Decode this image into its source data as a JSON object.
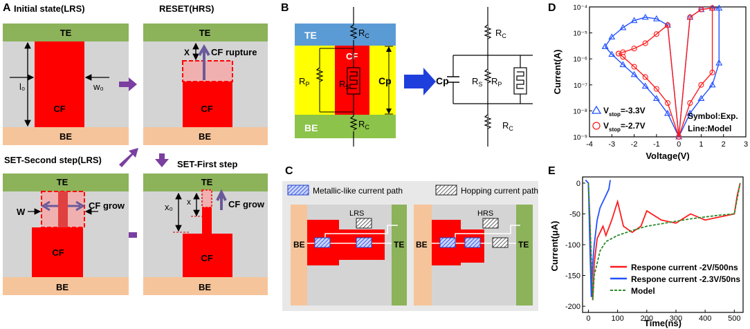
{
  "colors": {
    "te": "#8cb25a",
    "be": "#f6c49a",
    "oxide": "#d4d4d4",
    "cf": "#ff0000",
    "cf_light": "#f0b0b0",
    "arrow": "#7a3fa0",
    "te_b": "#5b9bd5",
    "be_b": "#8cc34a",
    "yellow": "#ffff00",
    "blue_arrow": "#1f3fdc",
    "plot_red": "#ff1a1a",
    "plot_blue": "#2050ff",
    "model_green": "#2a8a2a"
  },
  "panel_a": {
    "letter": "A",
    "s1": {
      "title": "Initial state(LRS)",
      "te": "TE",
      "be": "BE",
      "cf": "CF",
      "l0": "l₀",
      "w0": "w₀"
    },
    "s2": {
      "title": "RESET(HRS)",
      "te": "TE",
      "be": "BE",
      "cf": "CF",
      "x": "X",
      "rupture": "CF rupture"
    },
    "s3": {
      "title": "SET-First step",
      "te": "TE",
      "be": "BE",
      "cf": "CF",
      "x0": "x₀",
      "x": "x",
      "grow": "CF grow"
    },
    "s4": {
      "title": "SET-Second step(LRS)",
      "te": "TE",
      "be": "BE",
      "cf": "CF",
      "w": "W",
      "grow": "CF grow"
    }
  },
  "panel_b": {
    "letter": "B",
    "te": "TE",
    "be": "BE",
    "cf": "CF",
    "rc": "R",
    "rc_sub": "C",
    "rp": "R",
    "rp_sub": "P",
    "rs": "R",
    "rs_sub": "S",
    "cp": "Cp"
  },
  "panel_c": {
    "letter": "C",
    "legend_metal": "Metallic-like current path",
    "legend_hop": "Hopping current path",
    "lrs": "LRS",
    "hrs": "HRS",
    "be": "BE",
    "te": "TE"
  },
  "panel_d": {
    "letter": "D",
    "ylabel": "Current(A)",
    "xlabel": "Voltage(V)",
    "legend1_pre": "V",
    "legend1_sub": "stop",
    "legend1_val": "=-3.3V",
    "legend2_pre": "V",
    "legend2_sub": "stop",
    "legend2_val": "=-2.7V",
    "note1": "Symbol:Exp.",
    "note2": "Line:Model",
    "xticks": [
      "-4",
      "-3",
      "-2",
      "-1",
      "0",
      "1",
      "2",
      "3"
    ],
    "yticks": [
      "10⁻⁹",
      "10⁻⁸",
      "10⁻⁷",
      "10⁻⁶",
      "10⁻⁵",
      "10⁻⁴"
    ]
  },
  "panel_e": {
    "letter": "E",
    "ylabel": "Current(μA)",
    "xlabel": "Time(ns)",
    "legend1": "Respone current -2V/500ns",
    "legend2": "Respone current -2.3V/50ns",
    "legend3": "Model",
    "xticks": [
      "0",
      "100",
      "200",
      "300",
      "400",
      "500"
    ],
    "yticks": [
      "0",
      "-50",
      "-100",
      "-150",
      "-200"
    ]
  },
  "chart_data": [
    {
      "type": "line",
      "panel": "D",
      "xlabel": "Voltage(V)",
      "ylabel": "Current(A)",
      "xlim": [
        -4,
        3
      ],
      "ylim": [
        1e-09,
        0.0001
      ],
      "yscale": "log",
      "series": [
        {
          "name": "Vstop=-3.3V",
          "marker": "triangle",
          "x": [
            -3.3,
            -3.0,
            -2.5,
            -2.0,
            -1.5,
            -1.0,
            -0.5,
            0.0,
            0.5,
            1.0,
            1.5,
            1.8,
            1.8,
            1.5,
            1.0,
            0.5,
            0.0,
            -0.5,
            -1.0,
            -1.5,
            -2.0,
            -2.5,
            -3.0,
            -3.3
          ],
          "y": [
            3e-06,
            1.5e-06,
            6e-07,
            2.5e-07,
            9e-08,
            3e-08,
            8e-09,
            1e-09,
            8e-09,
            3e-08,
            1e-07,
            7e-07,
            9e-05,
            9e-05,
            8e-05,
            4e-05,
            1e-09,
            2e-05,
            3.5e-05,
            4e-05,
            3e-05,
            1.6e-05,
            7e-06,
            3e-06
          ]
        },
        {
          "name": "Vstop=-2.7V",
          "marker": "circle",
          "x": [
            -2.7,
            -2.5,
            -2.0,
            -1.5,
            -1.0,
            -0.5,
            0.0,
            0.5,
            1.0,
            1.5,
            1.5,
            1.0,
            0.5,
            0.0,
            -0.5,
            -1.0,
            -1.5,
            -2.0,
            -2.5,
            -2.7
          ],
          "y": [
            1.6e-06,
            1.2e-06,
            5e-07,
            2e-07,
            7e-08,
            2e-08,
            1e-09,
            2e-08,
            1e-07,
            3e-07,
            9e-05,
            8e-05,
            4e-05,
            1e-09,
            2e-05,
            9e-06,
            4e-06,
            2.5e-06,
            1.8e-06,
            1.6e-06
          ]
        }
      ]
    },
    {
      "type": "line",
      "panel": "E",
      "xlabel": "Time(ns)",
      "ylabel": "Current(μA)",
      "xlim": [
        -20,
        530
      ],
      "ylim": [
        -210,
        10
      ],
      "series": [
        {
          "name": "Respone current -2V/500ns",
          "x": [
            0,
            5,
            10,
            15,
            20,
            30,
            40,
            50,
            60,
            80,
            100,
            120,
            150,
            180,
            200,
            250,
            300,
            350,
            400,
            450,
            500,
            510,
            520
          ],
          "y": [
            0,
            -60,
            -150,
            -190,
            -130,
            -90,
            -80,
            -70,
            -85,
            -60,
            -30,
            -70,
            -80,
            -70,
            -45,
            -60,
            -65,
            -50,
            -60,
            -55,
            -50,
            -20,
            0
          ]
        },
        {
          "name": "Respone current -2.3V/50ns",
          "x": [
            -10,
            0,
            5,
            10,
            15,
            20,
            30,
            40,
            50,
            60,
            70,
            75
          ],
          "y": [
            5,
            0,
            -100,
            -185,
            -130,
            -100,
            -60,
            -40,
            -30,
            -20,
            -10,
            5
          ]
        },
        {
          "name": "Model",
          "x": [
            0,
            10,
            15,
            20,
            40,
            60,
            100,
            150,
            200,
            250,
            300,
            350,
            400,
            450,
            500,
            510,
            520
          ],
          "y": [
            0,
            -120,
            -190,
            -150,
            -110,
            -95,
            -85,
            -77,
            -70,
            -66,
            -62,
            -58,
            -55,
            -52,
            -50,
            -25,
            0
          ]
        }
      ]
    }
  ]
}
